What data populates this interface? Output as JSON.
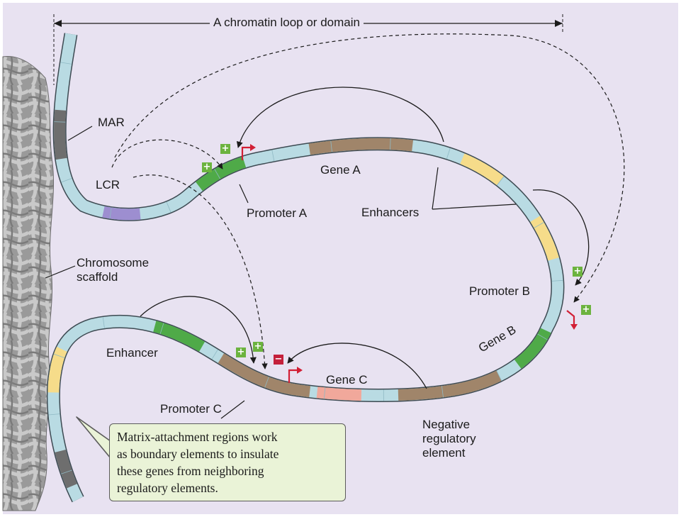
{
  "labels": {
    "domain": "A chromatin loop or domain",
    "mar": "MAR",
    "lcr": "LCR",
    "scaffold": "Chromosome\nscaffold",
    "promoter_a": "Promoter A",
    "gene_a": "Gene A",
    "enhancers": "Enhancers",
    "promoter_b": "Promoter B",
    "gene_b": "Gene B",
    "enhancer": "Enhancer",
    "promoter_c": "Promoter C",
    "gene_c": "Gene C",
    "negative": "Negative\nregulatory\nelement"
  },
  "note": "Matrix-attachment regions work\nas boundary elements to insulate\nthese genes from neighboring\nregulatory elements.",
  "symbols": {
    "plus": "+",
    "minus": "−"
  },
  "colors": {
    "background": "#e8e2f1",
    "chromatin": "#b9dbe3",
    "mar": "#6e6e6e",
    "lcr": "#9d8ed0",
    "promoter": "#4faa48",
    "gene": "#a0856a",
    "enhancer": "#f6dc8a",
    "negative": "#f1a89b",
    "activator": "#6cb33f",
    "repressor": "#c4203b",
    "tss_arrow": "#d21f35",
    "note_fill": "#eaf3d7"
  }
}
